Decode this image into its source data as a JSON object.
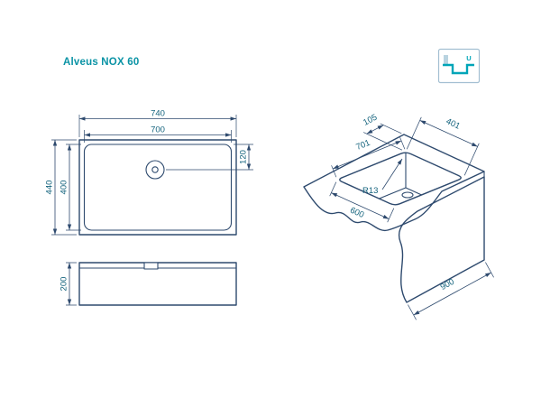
{
  "title": "Alveus NOX 60",
  "colors": {
    "background": "#ffffff",
    "line": "#2e4a6e",
    "dim_text": "#15647e",
    "title": "#0a93a5",
    "icon_accent": "#00a5b8",
    "icon_border": "#a3bfd2",
    "icon_light": "#b9d3e0"
  },
  "corner_icon": {
    "name": "undermount-installation-icon",
    "letter": "U"
  },
  "views": {
    "top": {
      "dims": {
        "outer_width": "740",
        "inner_width": "700",
        "outer_depth": "440",
        "inner_depth": "400",
        "drain_offset": "120"
      }
    },
    "side": {
      "dims": {
        "depth": "200"
      }
    },
    "iso": {
      "dims": {
        "edge_offset": "105",
        "cutout_width": "401",
        "cutout_length": "701",
        "corner_radius": "R13",
        "cabinet_width": "600",
        "worktop_depth": "900"
      }
    }
  }
}
